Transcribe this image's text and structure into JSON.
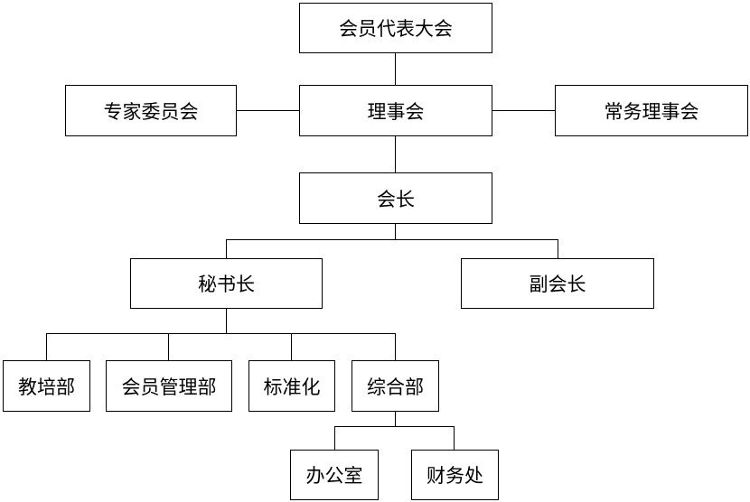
{
  "org_chart": {
    "assembly": "会员代表大会",
    "board": "理事会",
    "expert_committee": "专家委员会",
    "standing_board": "常务理事会",
    "president": "会长",
    "secretary_general": "秘书长",
    "vice_president": "副会长",
    "dept_education_training": "教培部",
    "dept_member_management": "会员管理部",
    "dept_standardization": "标准化",
    "dept_general_affairs": "综合部",
    "office": "办公室",
    "finance": "财务处"
  }
}
